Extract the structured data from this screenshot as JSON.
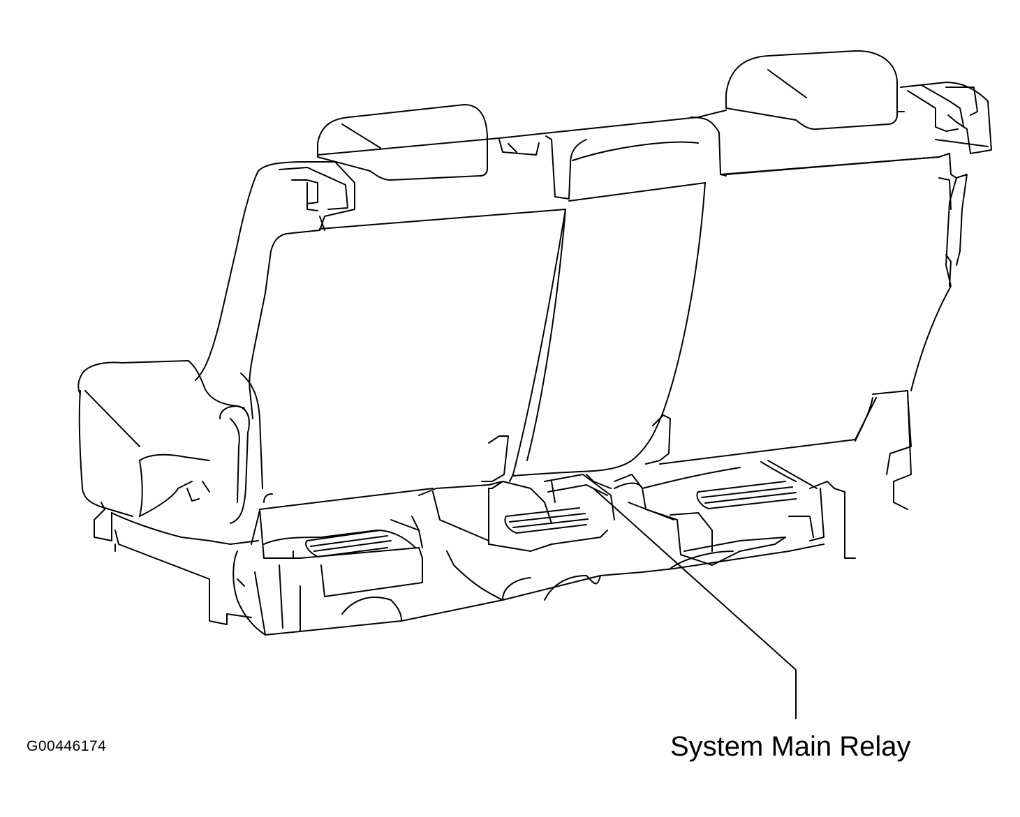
{
  "figure": {
    "id_label": "G00446174",
    "subject": "rear-seat-assembly"
  },
  "callouts": [
    {
      "label": "System Main Relay"
    }
  ]
}
